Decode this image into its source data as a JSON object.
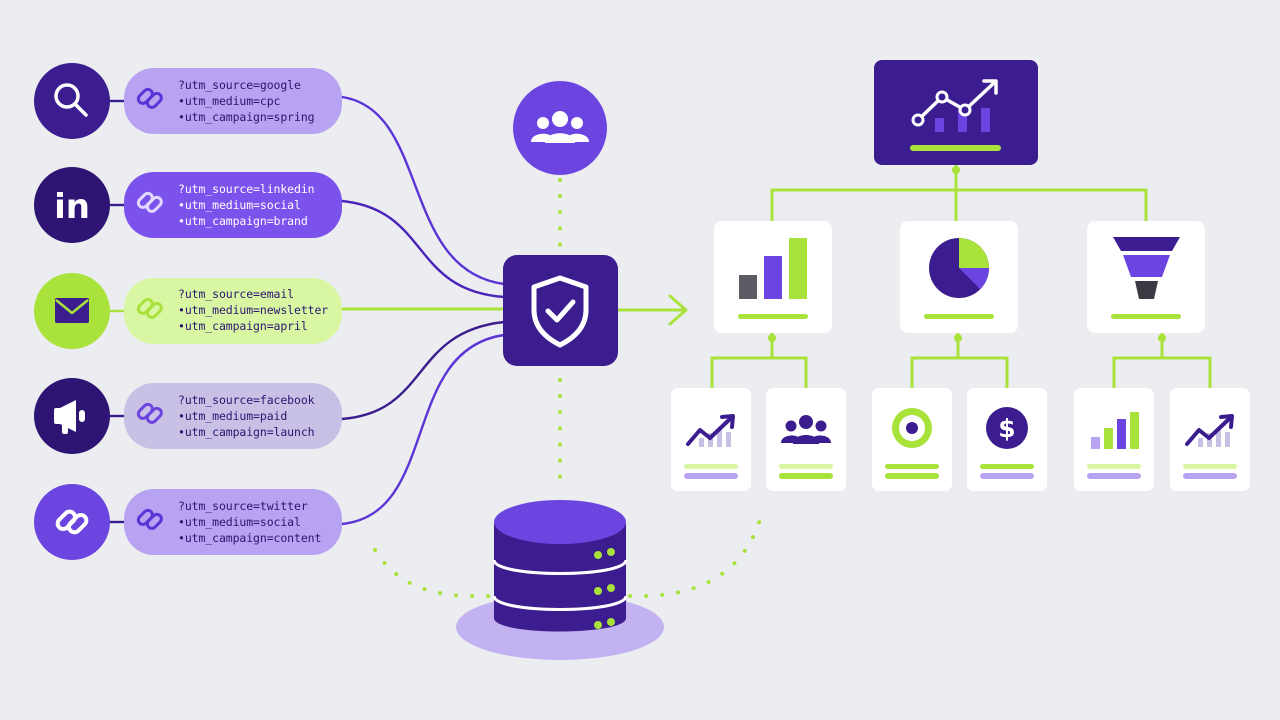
{
  "colors": {
    "background": "#ecedf1",
    "dark_purple": "#3b1d8f",
    "purple": "#6c45e0",
    "light_purple": "#b7a3f2",
    "lime": "#a8e23a",
    "light_lime": "#d9f7a3",
    "muted_purple": "#c9c0e6",
    "white": "#ffffff",
    "gray": "#5b5b63"
  },
  "sources": [
    {
      "name": "google",
      "icon": "search-icon",
      "style": "purple",
      "params": [
        "?utm_source=google",
        "•utm_medium=cpc",
        "•utm_campaign=spring"
      ]
    },
    {
      "name": "linkedin",
      "icon": "linkedin-icon",
      "icon_text": "in",
      "style": "violet",
      "params": [
        "?utm_source=linkedin",
        "•utm_medium=social",
        "•utm_campaign=brand"
      ]
    },
    {
      "name": "email",
      "icon": "envelope-icon",
      "style": "lime",
      "params": [
        "?utm_source=email",
        "•utm_medium=newsletter",
        "•utm_campaign=april"
      ]
    },
    {
      "name": "facebook",
      "icon": "megaphone-icon",
      "style": "muted",
      "params": [
        "?utm_source=facebook",
        "•utm_medium=paid",
        "•utm_campaign=launch"
      ]
    },
    {
      "name": "twitter",
      "icon": "link-icon",
      "style": "purple",
      "params": [
        "?utm_source=twitter",
        "•utm_medium=social",
        "•utm_campaign=content"
      ]
    }
  ],
  "hub": {
    "icon": "shield-check-icon",
    "audience_icon": "users-icon",
    "storage_icon": "database-icon"
  },
  "dashboard": {
    "top_icon": "trend-chart-icon",
    "cards": [
      {
        "icon": "bar-chart-icon"
      },
      {
        "icon": "pie-chart-icon"
      },
      {
        "icon": "funnel-icon"
      }
    ],
    "subcards": [
      {
        "icon": "trend-up-icon"
      },
      {
        "icon": "users-icon"
      },
      {
        "icon": "target-icon"
      },
      {
        "icon": "dollar-icon",
        "glyph": "$"
      },
      {
        "icon": "mini-bar-icon"
      },
      {
        "icon": "trend-up-icon"
      }
    ]
  }
}
